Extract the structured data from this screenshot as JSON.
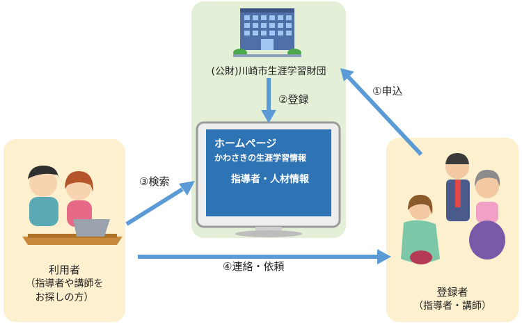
{
  "organization": {
    "name": "(公財)川崎市生涯学習財団"
  },
  "steps": {
    "apply": "①申込",
    "register": "②登録",
    "search": "③検索",
    "contact": "④連絡・依頼"
  },
  "homepage": {
    "title": "ホームページ",
    "subtitle": "かわさきの生涯学習情報",
    "info": "指導者・人材情報"
  },
  "user": {
    "title": "利用者",
    "line1": "（指導者や講師を",
    "line2": "お探しの方）"
  },
  "registrant": {
    "title": "登録者",
    "line1": "（指導者・講師）"
  },
  "colors": {
    "arrow": "#5b9bd5",
    "panel_green": "#e3efd6",
    "panel_yellow": "#fdf0cf",
    "screen": "#2e74b5"
  },
  "icons": [
    "office-building-icon",
    "computer-monitor-icon",
    "users-with-laptop-icon",
    "instructors-icon"
  ]
}
